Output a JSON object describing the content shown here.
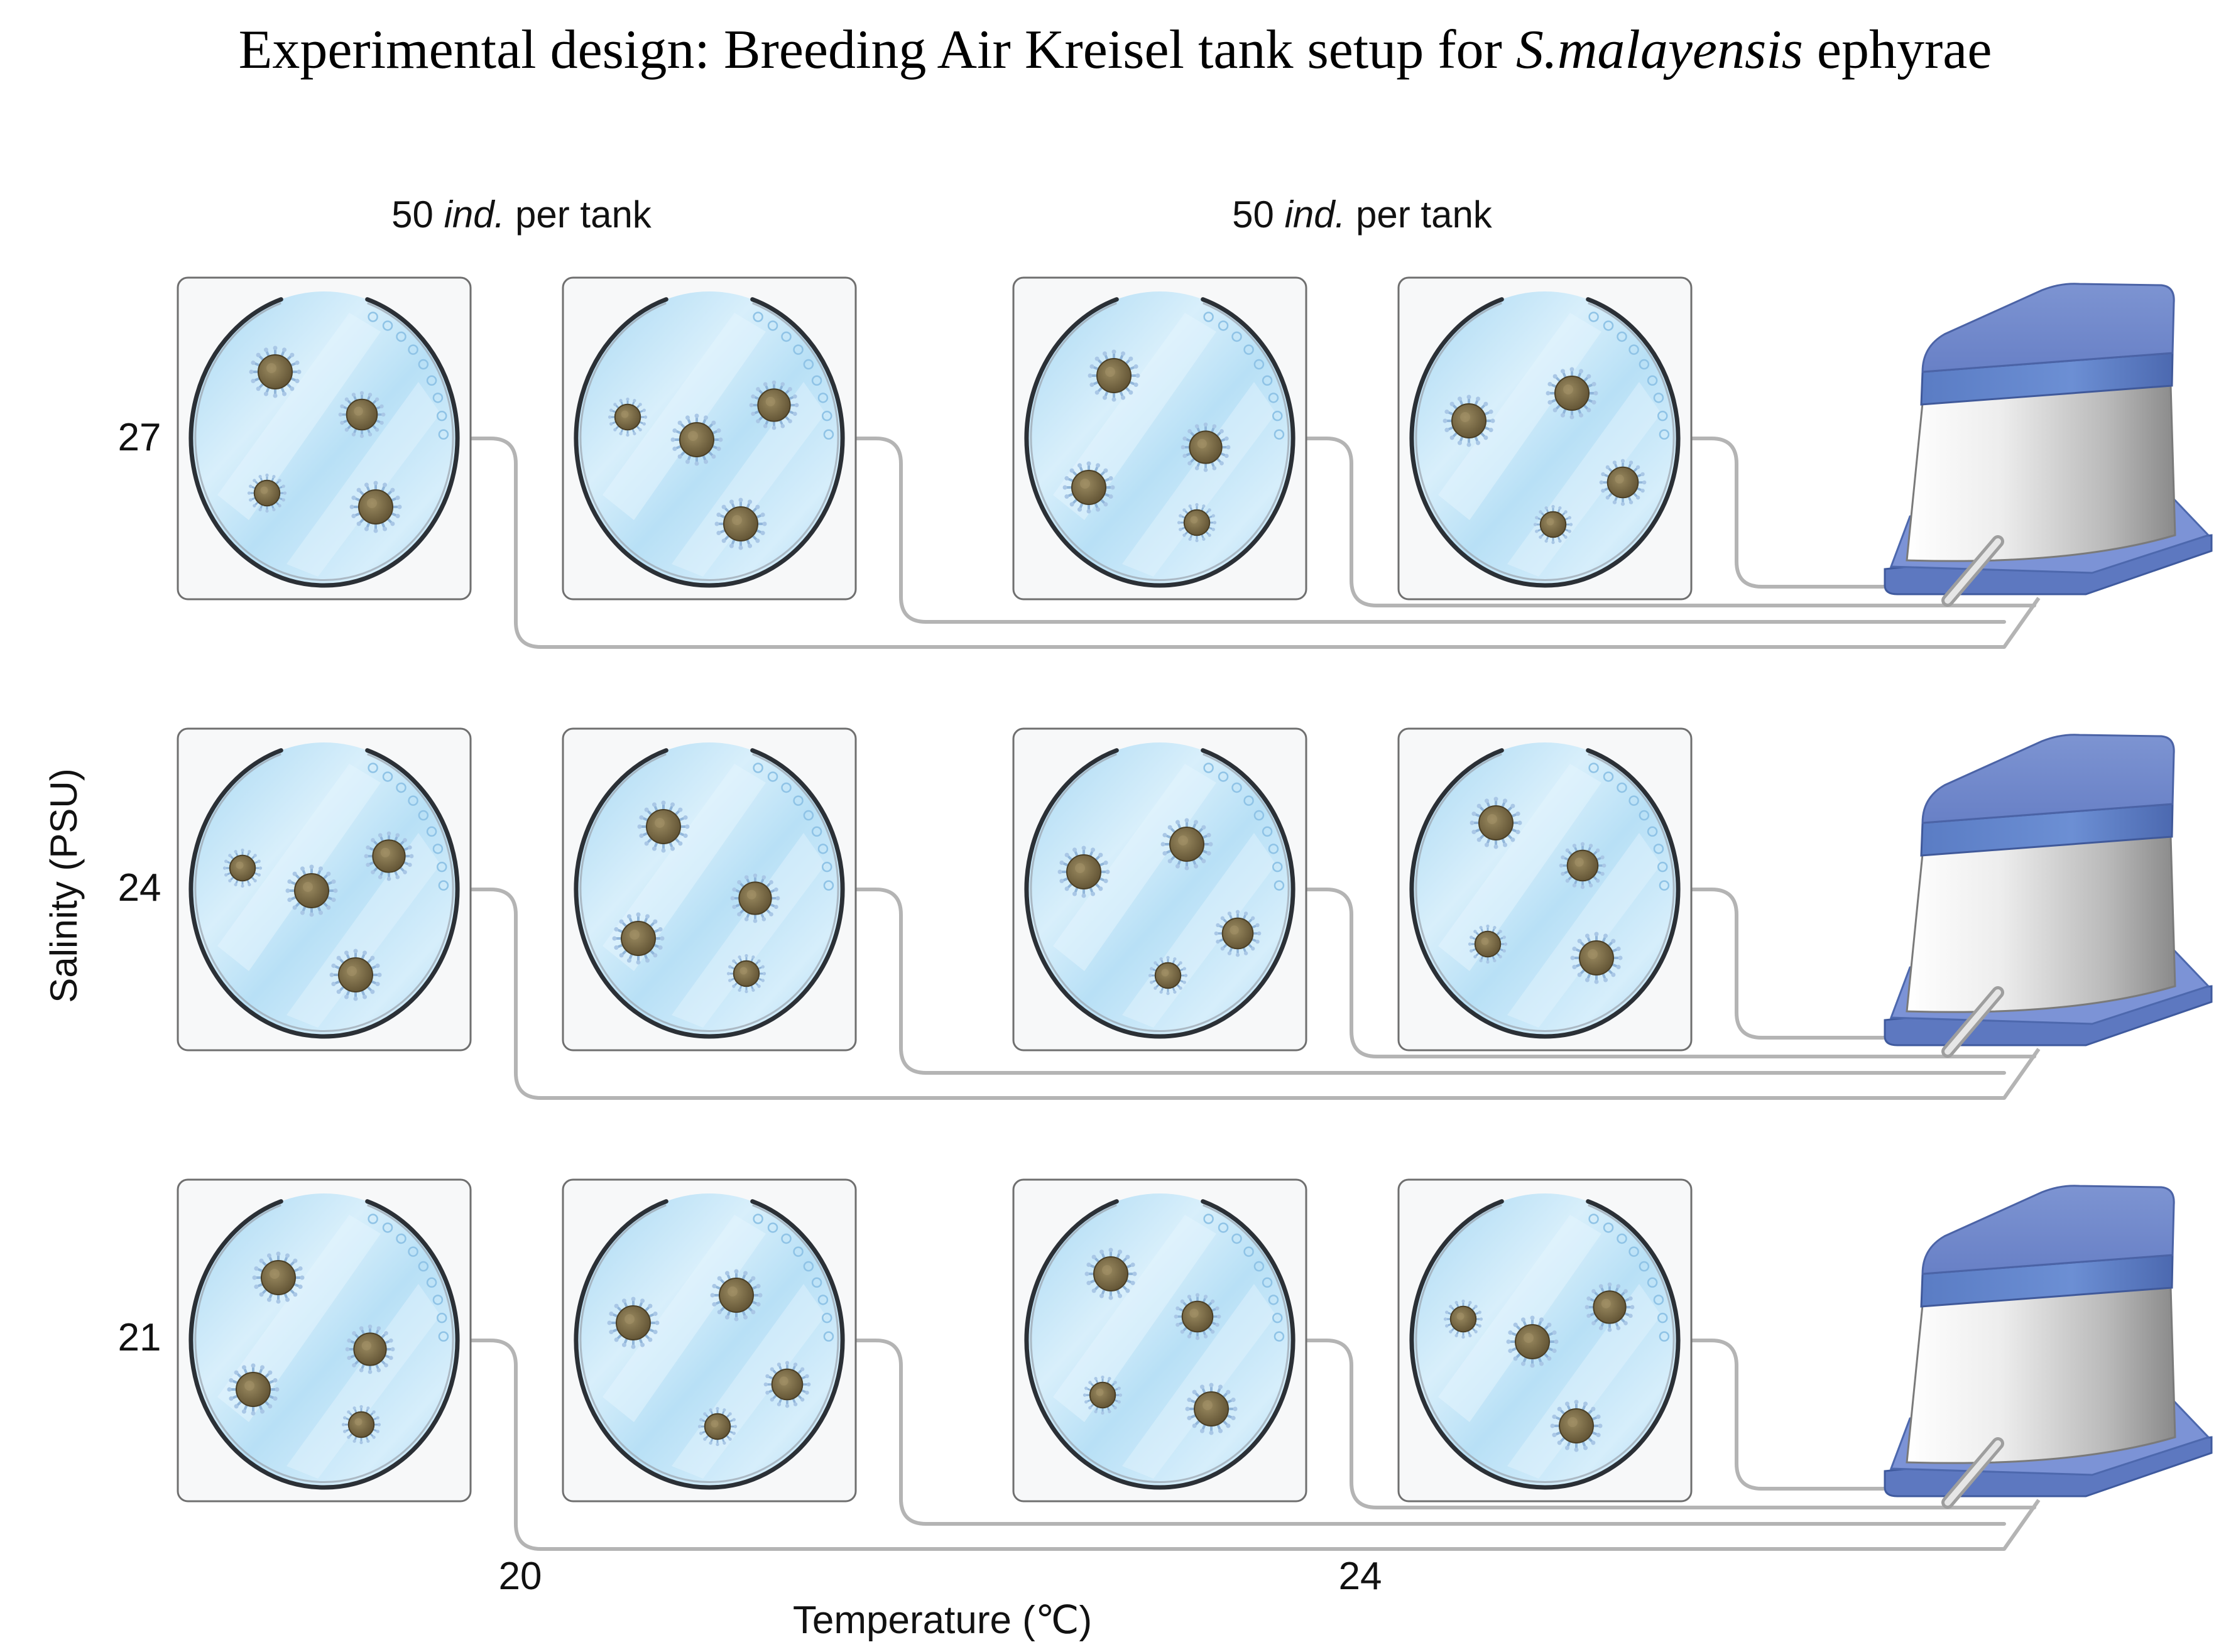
{
  "title": {
    "prefix": "Experimental design: Breeding Air Kreisel tank setup for ",
    "species": "S.malayensis",
    "suffix": " ephyrae"
  },
  "group_labels": [
    {
      "count": "50 ",
      "unit": "ind.",
      "rest": " per tank"
    },
    {
      "count": "50 ",
      "unit": "ind.",
      "rest": " per tank"
    }
  ],
  "salinity_axis": {
    "label": "Salinity (PSU)",
    "levels": [
      "27",
      "24",
      "21"
    ]
  },
  "temperature_axis": {
    "label": "Temperature (℃)",
    "levels": [
      "20",
      "24"
    ]
  },
  "colors": {
    "water": "#bfe3f7",
    "water_light": "#e4f4fd",
    "tank_rim": "#2b3036",
    "tank_box_border": "#6f6f6f",
    "tubing": "#b4b4b4",
    "ephyra_body": "#7a6a45",
    "ephyra_arms": "#8ab0d6",
    "pump_lid": "#6f88c9",
    "pump_base": "#5d78c0",
    "pump_body_light": "#f2f2f2",
    "pump_body_dark": "#8c8c8c"
  },
  "icons": {
    "tank": "kreisel-tank-icon",
    "ephyra": "ephyra-icon",
    "pump": "air-pump-icon"
  },
  "ephyrae_per_tank_shown": 4
}
